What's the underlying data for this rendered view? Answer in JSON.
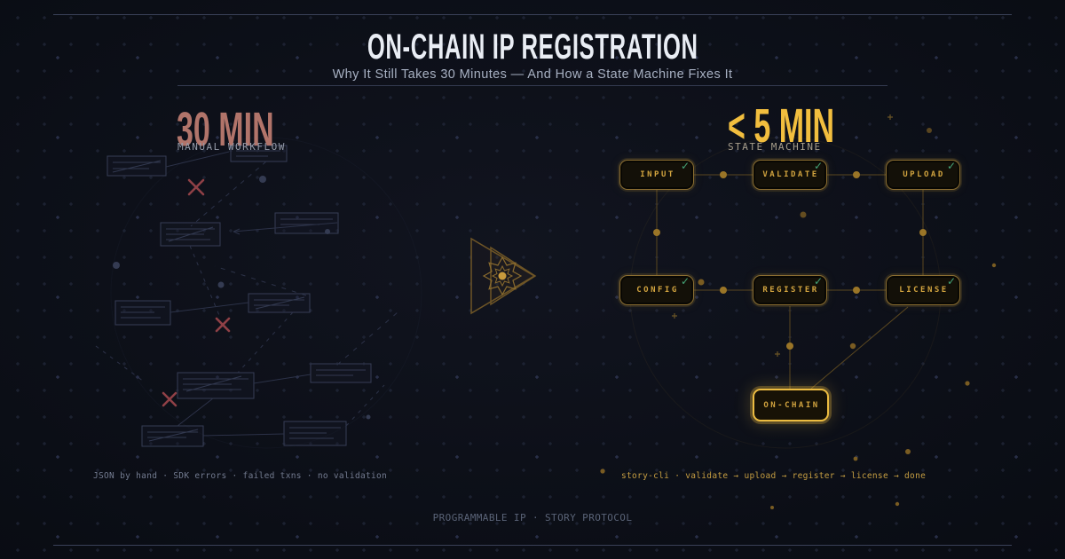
{
  "header": {
    "title": "ON-CHAIN IP REGISTRATION",
    "subtitle": "Why It Still Takes 30 Minutes — And How a State Machine Fixes It"
  },
  "left_panel": {
    "time": "30 MIN",
    "label": "MANUAL WORKFLOW",
    "caption": "JSON by hand · SDK errors · failed txns · no validation"
  },
  "right_panel": {
    "time": "< 5 MIN",
    "label": "STATE MACHINE",
    "caption": "story-cli · validate → upload → register → license → done",
    "nodes": [
      {
        "label": "INPUT",
        "check": "✓"
      },
      {
        "label": "VALIDATE",
        "check": "✓"
      },
      {
        "label": "UPLOAD",
        "check": "✓"
      },
      {
        "label": "CONFIG",
        "check": "✓"
      },
      {
        "label": "REGISTER",
        "check": "✓"
      },
      {
        "label": "LICENSE",
        "check": "✓"
      },
      {
        "label": "ON-CHAIN",
        "check": ""
      }
    ]
  },
  "footer": {
    "text": "PROGRAMMABLE IP · STORY PROTOCOL"
  },
  "colors": {
    "background": "#0b0e17",
    "title": "#e9edf4",
    "rose": "#b1746a",
    "gold": "#f2be3e",
    "node_border": "#8a6d31",
    "node_text": "#d2a43f",
    "check_green": "#44a377",
    "error_red": "#8f4046",
    "rule": "#3a4158"
  }
}
